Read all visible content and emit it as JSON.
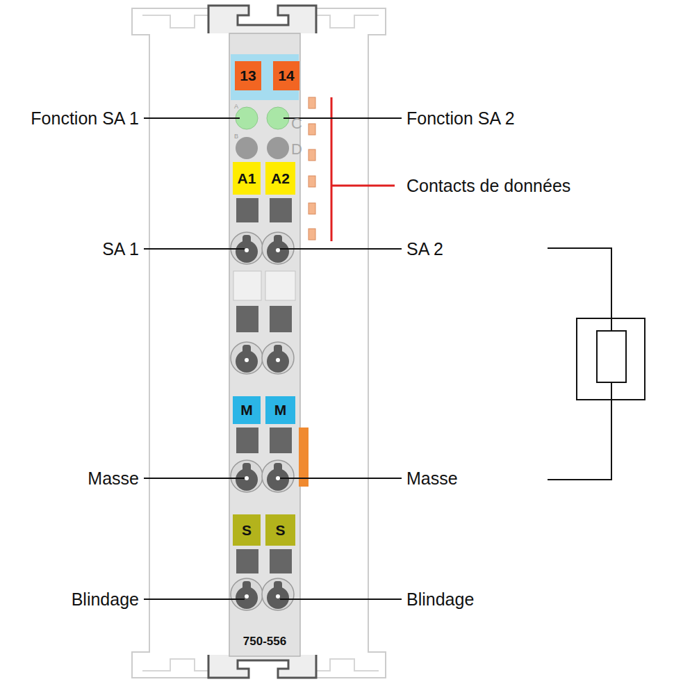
{
  "diagram": {
    "nodes": [
      {
        "text": [
          "13"
        ]
      },
      {
        "text": [
          "14"
        ]
      },
      {
        "text": [
          "A1"
        ]
      },
      {
        "text": [
          "A2"
        ]
      },
      {
        "text": [
          "M"
        ]
      },
      {
        "text": [
          "M"
        ]
      },
      {
        "text": [
          "S"
        ]
      },
      {
        "text": [
          "S"
        ]
      }
    ],
    "labels": [
      "Fonction SA 1",
      "Fonction SA 2",
      "A",
      "B",
      "C",
      "D",
      "Contacts de données",
      "SA 1",
      "SA 2",
      "Masse",
      "Masse",
      "Blindage",
      "Blindage",
      "750-556"
    ]
  }
}
